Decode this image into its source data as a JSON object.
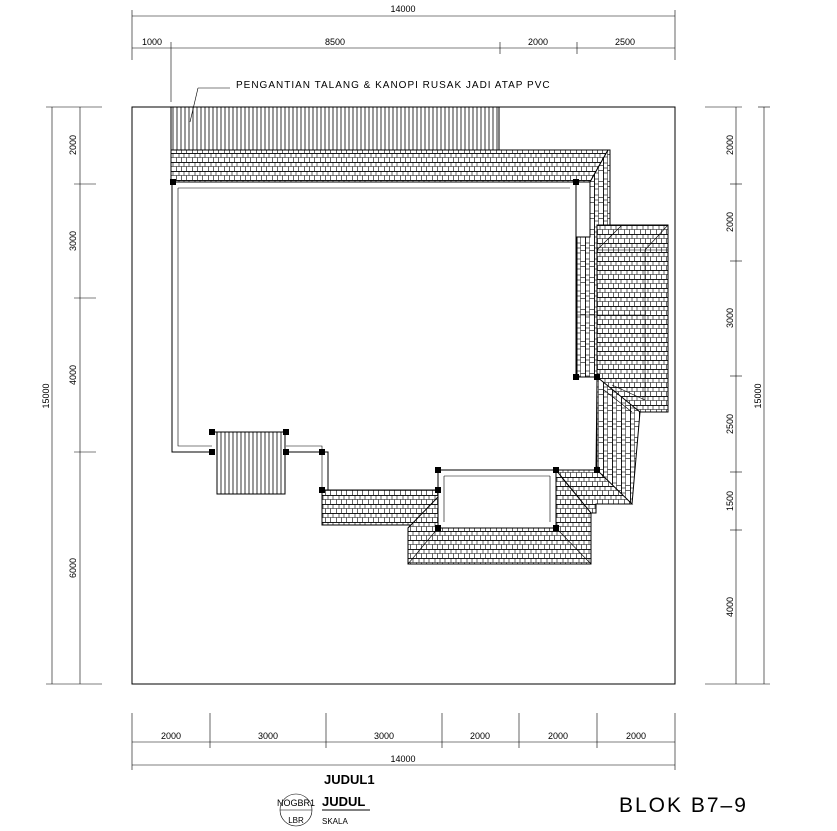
{
  "top_dimensions": {
    "overall": "14000",
    "segments": [
      "1000",
      "8500",
      "2000",
      "2500"
    ]
  },
  "bottom_dimensions": {
    "segments": [
      "2000",
      "3000",
      "3000",
      "2000",
      "2000",
      "2000"
    ],
    "overall": "14000"
  },
  "left_dimensions": {
    "overall": "15000",
    "segments": [
      "2000",
      "3000",
      "4000",
      "6000"
    ]
  },
  "right_dimensions": {
    "overall": "15000",
    "segments": [
      "2000",
      "2000",
      "3000",
      "2500",
      "1500",
      "4000"
    ]
  },
  "annotation": {
    "text": "PENGANTIAN TALANG & KANOPI RUSAK JADI ATAP PVC"
  },
  "title_block": {
    "title1": "JUDUL1",
    "title2": "JUDUL",
    "code": "NOGBR1",
    "sub": "LBR",
    "scale_label": "SKALA"
  },
  "block_label": "BLOK B7–9"
}
